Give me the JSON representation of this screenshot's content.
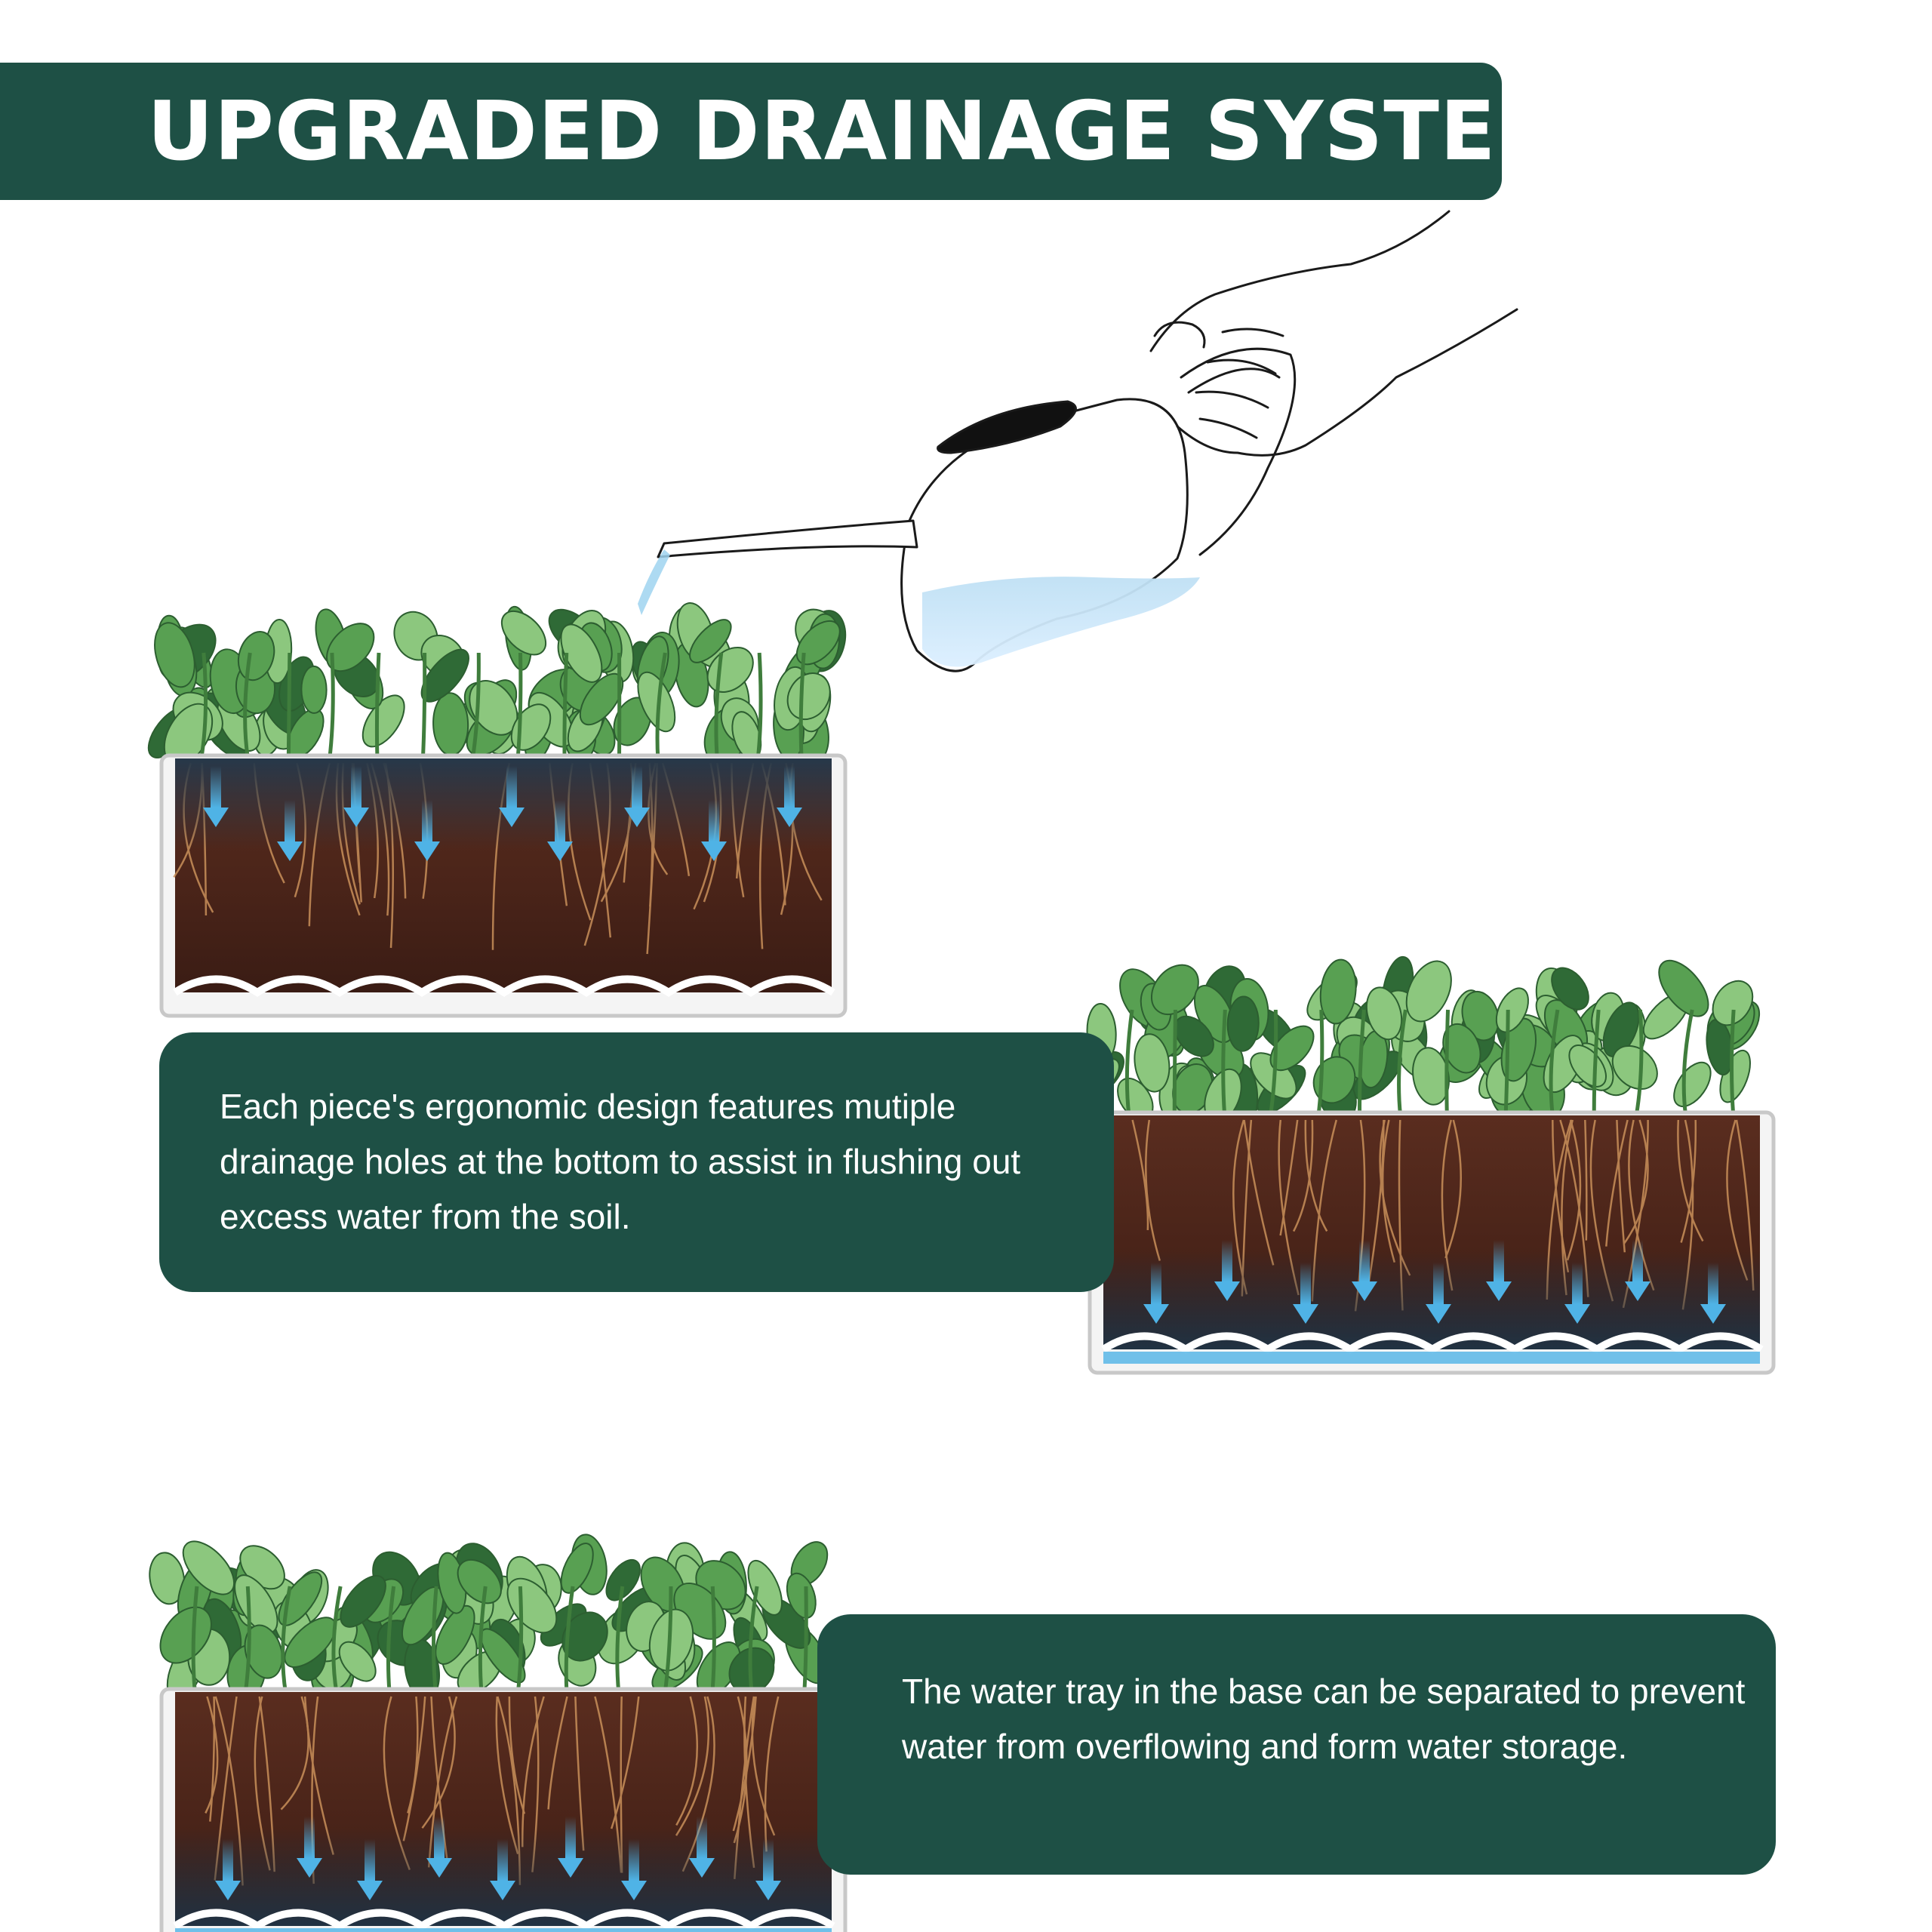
{
  "header": {
    "title": "UPGRADED DRAINAGE SYSTEM"
  },
  "callouts": [
    {
      "text": "Each piece's ergonomic design features mutiple drainage holes at the bottom to assist in flushing out excess water from the soil."
    },
    {
      "text": "The water tray in the base can be separated to prevent water from overflowing and form water storage."
    }
  ],
  "illustrations": {
    "watering_can": "hand-holding-watering-can",
    "planters": [
      {
        "stage": "watering",
        "water_in_tray": false
      },
      {
        "stage": "draining",
        "water_in_tray": true
      },
      {
        "stage": "stored",
        "water_in_tray": true
      }
    ]
  },
  "colors": {
    "brand_green": "#1e5045",
    "soil": "#4a2419",
    "leaf": "#58a052",
    "leaf_light": "#8cc77e",
    "water": "#4fb3e6",
    "water_light": "#cfe9f7"
  }
}
